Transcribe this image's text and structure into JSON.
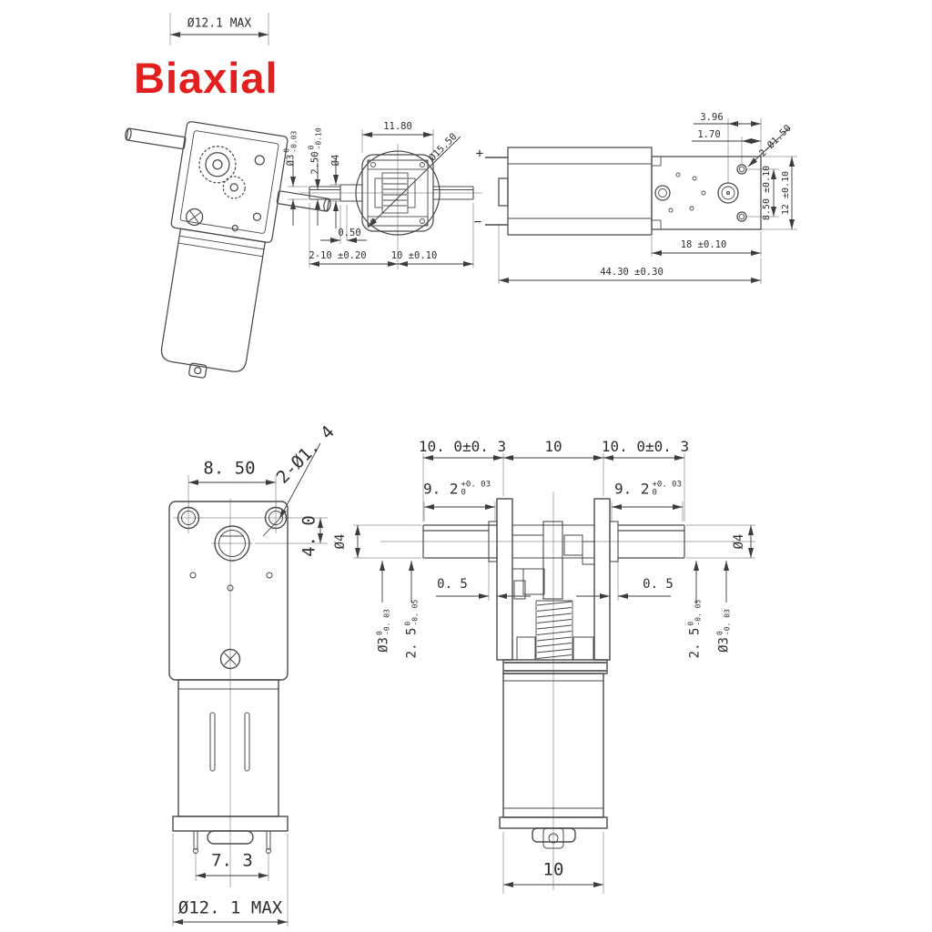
{
  "header": {
    "max_width_dim": "Ø12.1 MAX",
    "title": "Biaxial",
    "title_color": "#e32020",
    "line_color": "#4a4a4a"
  },
  "gear_section_view": {
    "width": "11.80",
    "housing_dia": "Ø15.50",
    "shaft_d3": {
      "v": "Ø3",
      "up": "0",
      "lo": "-0.03"
    },
    "shaft_flat": {
      "v": "2.50",
      "up": "0",
      "lo": "-0.10"
    },
    "shaft_d4": "Ø4",
    "step": "0.50",
    "both_shafts_len": "2-10 ±0.20",
    "shaft_len": "10 ±0.10"
  },
  "side_view": {
    "plus": "+",
    "minus": "−",
    "hole_to_edge": "3.96",
    "hole_inset": "1.70",
    "mount_holes": "2-Ø1.50",
    "hole_spacing": "8.50 ±0.10",
    "height": "12 ±0.10",
    "gearbox_len": "18 ±0.10",
    "total_len": "44.30 ±0.30"
  },
  "front_view": {
    "hole_spacing": "8. 50",
    "mount_holes": "2-Ø1. 4",
    "shaft_offset": "4. 0",
    "pin_spacing": "7. 3",
    "max_dia": "Ø12. 1 MAX"
  },
  "biaxial_view": {
    "left_shaft_len": "10. 0±0. 3",
    "body_len": "10",
    "right_shaft_len": "10. 0±0. 3",
    "left_flat_len": {
      "v": "9. 2",
      "up": "+0. 03",
      "lo": "0"
    },
    "right_flat_len": {
      "v": "9. 2",
      "up": "+0. 03",
      "lo": "0"
    },
    "left_d4": "Ø4",
    "right_d4": "Ø4",
    "left_step": "0. 5",
    "right_step": "0. 5",
    "left_d3": {
      "v": "Ø3",
      "up": "0",
      "lo": "-0. 03"
    },
    "left_flat": {
      "v": "2. 5",
      "up": "0",
      "lo": "-0. 05"
    },
    "right_flat": {
      "v": "2. 5",
      "up": "0",
      "lo": "-0. 05"
    },
    "right_d3": {
      "v": "Ø3",
      "up": "0",
      "lo": "-0. 03"
    },
    "base_width": "10"
  }
}
